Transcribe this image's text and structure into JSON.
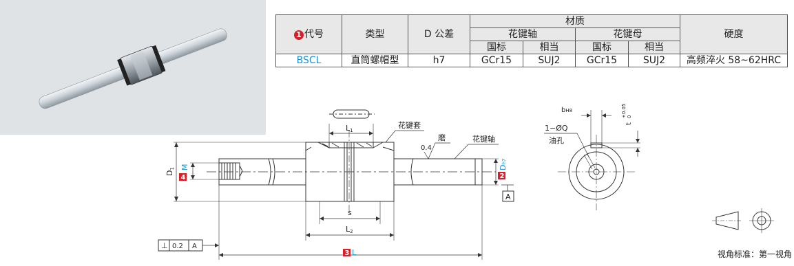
{
  "table": {
    "code_badge": "1",
    "header": {
      "code": "代号",
      "type": "类型",
      "tolerance": "D 公差",
      "material": "材质",
      "spline_shaft": "花键轴",
      "spline_nut": "花键母",
      "national": "国标",
      "equivalent": "相当",
      "hardness": "硬度"
    },
    "row": {
      "code": "BSCL",
      "type": "直筒螺帽型",
      "tolerance": "h7",
      "shaft_national": "GCr15",
      "shaft_equivalent": "SUJ2",
      "nut_national": "GCr15",
      "nut_equivalent": "SUJ2",
      "hardness": "高频淬火 58~62HRC"
    }
  },
  "drawing": {
    "label_sleeve": "花键套",
    "label_grind": "磨",
    "roughness": "0.4",
    "label_shaft": "花键轴",
    "dim_l1": "L",
    "dim_l1_sub": "1",
    "dim_s": "s",
    "dim_l2": "L",
    "dim_l2_sub": "2",
    "dim_d1": "D",
    "dim_d1_sub": "1",
    "badge_4": "4",
    "dim_m": "M",
    "badge_2": "2",
    "dim_d": "D",
    "dim_d_sub": "h7",
    "datum": "A",
    "badge_3": "3",
    "dim_l": "L",
    "tol_symbol": "⊥",
    "tol_value": "0.2",
    "tol_datum": "A",
    "dim_b": "b",
    "dim_b_sub": "H8",
    "dim_t": "t",
    "dim_t_tol_upper": "+0.05",
    "dim_t_tol_lower": "0",
    "oil_hole": "1−ØQ",
    "oil_hole_label": "油孔",
    "view_standard": "视角标准：第一视角"
  },
  "colors": {
    "badge_red": "#d6202b",
    "code_blue": "#1a8fd6",
    "label_blue": "#1a8fd6"
  }
}
